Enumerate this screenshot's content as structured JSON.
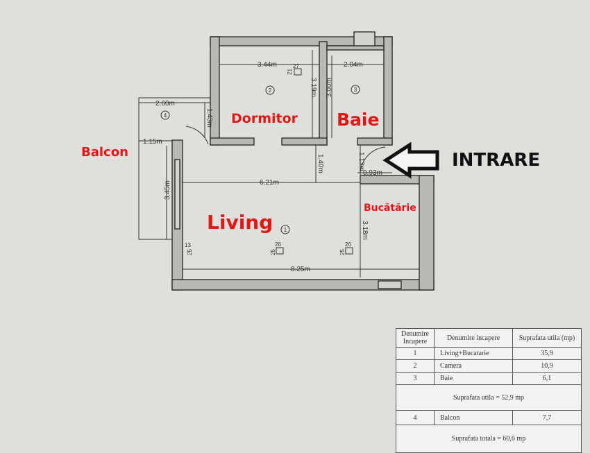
{
  "labels": {
    "dormitor": "Dormitor",
    "baie": "Baie",
    "balcon": "Balcon",
    "living": "Living",
    "bucatarie": "Bucătărie",
    "intrare": "INTRARE"
  },
  "room_numbers": [
    "1",
    "2",
    "3",
    "4"
  ],
  "dimensions": {
    "dormitor_width": "3.44m",
    "dormitor_height": "3.19m",
    "baie_width": "2.04m",
    "baie_height": "3.00m",
    "balcon_width": "2.60m",
    "door_balcon": "1.43m",
    "balcon_depth": "1.15m",
    "balcon_length": "3.45m",
    "hall": "1.40m",
    "entry_height": "1.13m",
    "entry_width": "0.93m",
    "living_width": "6.21m",
    "kitchen_height": "3.18m",
    "total_width": "8.25m"
  },
  "fixtures": {
    "dorm_a": "27",
    "dorm_b": "21",
    "liv1_a": "26",
    "liv1_b": "25",
    "liv2_a": "26",
    "liv2_b": "25",
    "wall_a": "13",
    "wall_b": "25"
  },
  "colors": {
    "label_red": "#e01818",
    "paper": "#dfdfdc",
    "wall": "#b9b9b6"
  },
  "table": {
    "headers": [
      "Denumire Incapere",
      "Denumire incapere",
      "Suprafata utila (mp)"
    ],
    "rows": [
      [
        "1",
        "Living+Bucatarie",
        "35,9"
      ],
      [
        "2",
        "Camera",
        "10,9"
      ],
      [
        "3",
        "Baie",
        "6,1"
      ]
    ],
    "subtotal": "Suprafata utila = 52,9 mp",
    "balcon_row": [
      "4",
      "Balcon",
      "7,7"
    ],
    "total": "Suprafata totala = 60,6 mp"
  }
}
